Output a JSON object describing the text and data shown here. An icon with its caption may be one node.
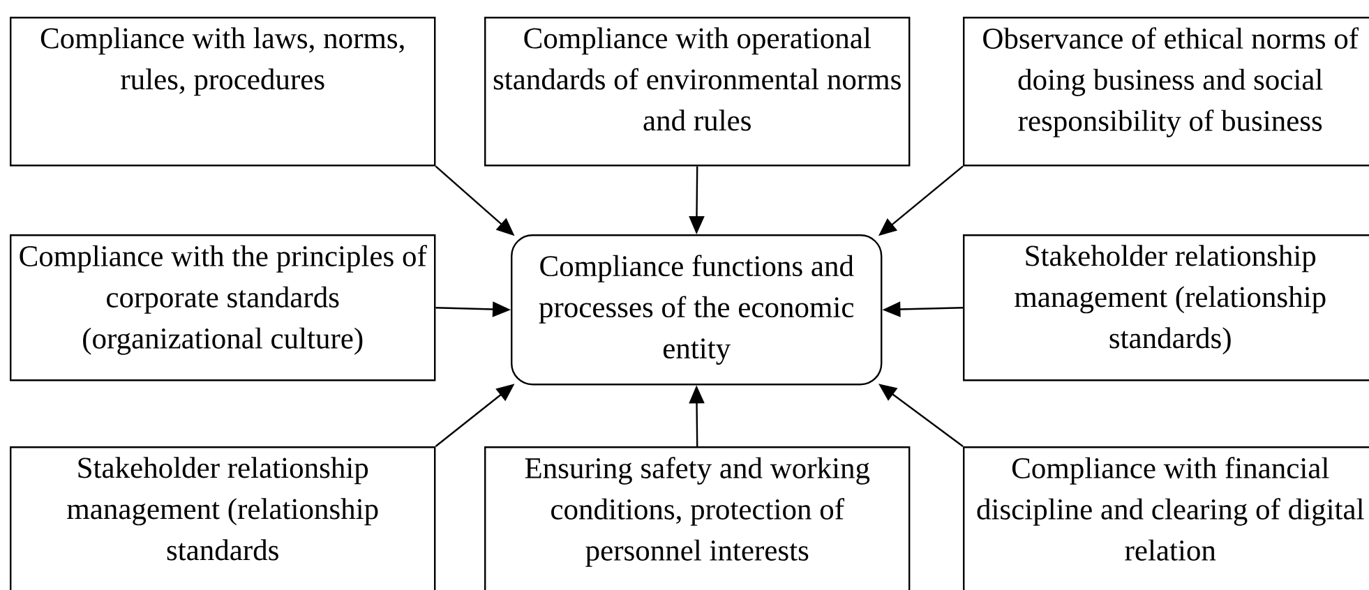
{
  "diagram": {
    "nodes": [
      {
        "text": [
          "Compliance with laws, norms, rules, procedures"
        ]
      },
      {
        "text": [
          "Compliance with operational standards of environmental norms and rules"
        ]
      },
      {
        "text": [
          "Observance of ethical norms of doing business and social responsibility of business"
        ]
      },
      {
        "text": [
          "Compliance with the principles of corporate standards (organizational culture)"
        ]
      },
      {
        "text": [
          "Compliance functions and processes of the economic entity"
        ]
      },
      {
        "text": [
          "Stakeholder relationship management (relationship standards)"
        ]
      },
      {
        "text": [
          "Stakeholder relationship management (relationship standards"
        ]
      },
      {
        "text": [
          "Ensuring safety and working conditions, protection of personnel interests"
        ]
      },
      {
        "text": [
          "Compliance with financial discipline and clearing of digital relation"
        ]
      }
    ],
    "edges": [
      {
        "from": 0,
        "to": 4,
        "arrow": "to"
      },
      {
        "from": 1,
        "to": 4,
        "arrow": "to"
      },
      {
        "from": 2,
        "to": 4,
        "arrow": "to"
      },
      {
        "from": 3,
        "to": 4,
        "arrow": "to"
      },
      {
        "from": 5,
        "to": 4,
        "arrow": "to"
      },
      {
        "from": 6,
        "to": 4,
        "arrow": "to"
      },
      {
        "from": 7,
        "to": 4,
        "arrow": "to"
      },
      {
        "from": 8,
        "to": 4,
        "arrow": "to"
      }
    ]
  }
}
